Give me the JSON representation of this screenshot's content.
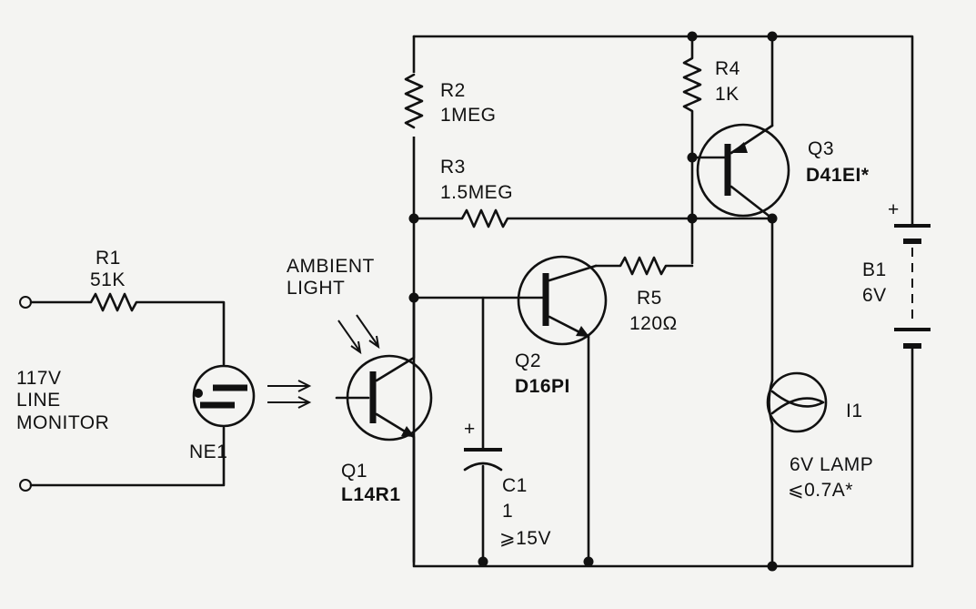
{
  "components": {
    "r1": {
      "ref": "R1",
      "value": "51K"
    },
    "r2": {
      "ref": "R2",
      "value": "1MEG"
    },
    "r3": {
      "ref": "R3",
      "value": "1.5MEG"
    },
    "r4": {
      "ref": "R4",
      "value": "1K"
    },
    "r5": {
      "ref": "R5",
      "value": "120Ω"
    },
    "c1": {
      "ref": "C1",
      "value": "1",
      "rating": "⩾15V",
      "polarity": "+"
    },
    "q1": {
      "ref": "Q1",
      "part": "L14R1"
    },
    "q2": {
      "ref": "Q2",
      "part": "D16PI"
    },
    "q3": {
      "ref": "Q3",
      "part": "D41EI*"
    },
    "ne1": {
      "ref": "NE1"
    },
    "b1": {
      "ref": "B1",
      "value": "6V",
      "polarity": "+"
    },
    "i1": {
      "ref": "I1",
      "line1": "6V LAMP",
      "line2": "⩽0.7A*"
    }
  },
  "input": {
    "line1": "117V",
    "line2": "LINE",
    "line3": "MONITOR"
  },
  "ambient": {
    "line1": "AMBIENT",
    "line2": "LIGHT"
  }
}
